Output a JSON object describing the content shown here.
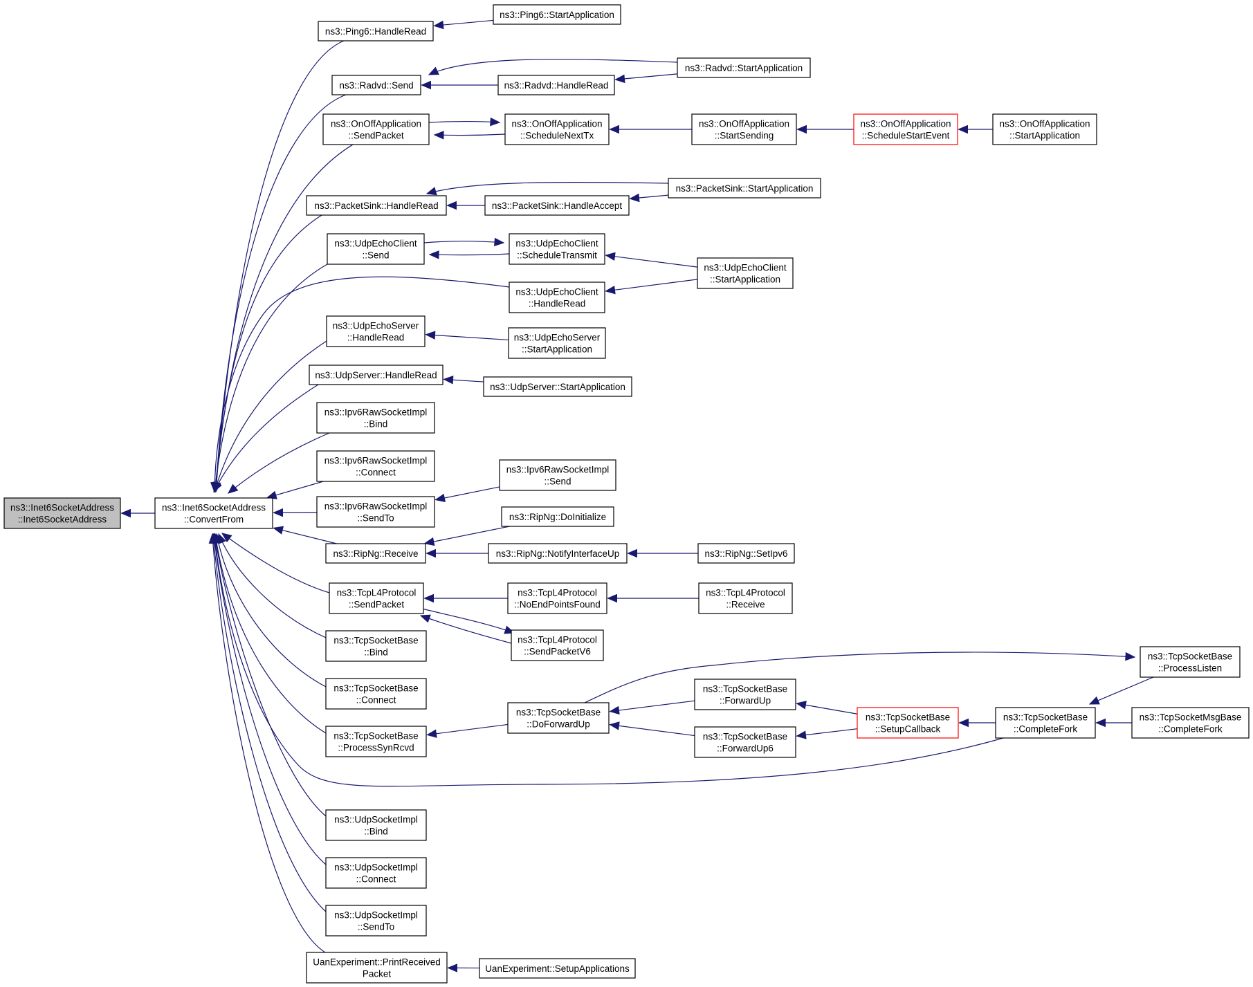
{
  "colors": {
    "edge": "#191970",
    "root_fill": "#bfbfbf",
    "truncated_border": "#ff0000",
    "node_border": "#000000"
  },
  "nodes": {
    "root": [
      "ns3::Inet6SocketAddress",
      "::Inet6SocketAddress"
    ],
    "convert": [
      "ns3::Inet6SocketAddress",
      "::ConvertFrom"
    ],
    "ping6_hr": [
      "ns3::Ping6::HandleRead"
    ],
    "ping6_sa": [
      "ns3::Ping6::StartApplication"
    ],
    "radvd_send": [
      "ns3::Radvd::Send"
    ],
    "radvd_hr": [
      "ns3::Radvd::HandleRead"
    ],
    "radvd_sa": [
      "ns3::Radvd::StartApplication"
    ],
    "onoff_sp": [
      "ns3::OnOffApplication",
      "::SendPacket"
    ],
    "onoff_snt": [
      "ns3::OnOffApplication",
      "::ScheduleNextTx"
    ],
    "onoff_ss": [
      "ns3::OnOffApplication",
      "::StartSending"
    ],
    "onoff_sse": [
      "ns3::OnOffApplication",
      "::ScheduleStartEvent"
    ],
    "onoff_sa": [
      "ns3::OnOffApplication",
      "::StartApplication"
    ],
    "ps_hr": [
      "ns3::PacketSink::HandleRead"
    ],
    "ps_ha": [
      "ns3::PacketSink::HandleAccept"
    ],
    "ps_sa": [
      "ns3::PacketSink::StartApplication"
    ],
    "uec_send": [
      "ns3::UdpEchoClient",
      "::Send"
    ],
    "uec_st": [
      "ns3::UdpEchoClient",
      "::ScheduleTransmit"
    ],
    "uec_sa": [
      "ns3::UdpEchoClient",
      "::StartApplication"
    ],
    "uec_hr": [
      "ns3::UdpEchoClient",
      "::HandleRead"
    ],
    "ues_hr": [
      "ns3::UdpEchoServer",
      "::HandleRead"
    ],
    "ues_sa": [
      "ns3::UdpEchoServer",
      "::StartApplication"
    ],
    "us_hr": [
      "ns3::UdpServer::HandleRead"
    ],
    "us_sa": [
      "ns3::UdpServer::StartApplication"
    ],
    "i6r_bind": [
      "ns3::Ipv6RawSocketImpl",
      "::Bind"
    ],
    "i6r_connect": [
      "ns3::Ipv6RawSocketImpl",
      "::Connect"
    ],
    "i6r_sendto": [
      "ns3::Ipv6RawSocketImpl",
      "::SendTo"
    ],
    "i6r_send": [
      "ns3::Ipv6RawSocketImpl",
      "::Send"
    ],
    "rip_recv": [
      "ns3::RipNg::Receive"
    ],
    "rip_init": [
      "ns3::RipNg::DoInitialize"
    ],
    "rip_niu": [
      "ns3::RipNg::NotifyInterfaceUp"
    ],
    "rip_setipv6": [
      "ns3::RipNg::SetIpv6"
    ],
    "tcp4_sp": [
      "ns3::TcpL4Protocol",
      "::SendPacket"
    ],
    "tcp4_nepf": [
      "ns3::TcpL4Protocol",
      "::NoEndPointsFound"
    ],
    "tcp4_recv": [
      "ns3::TcpL4Protocol",
      "::Receive"
    ],
    "tcp4_sp6": [
      "ns3::TcpL4Protocol",
      "::SendPacketV6"
    ],
    "tsb_bind": [
      "ns3::TcpSocketBase",
      "::Bind"
    ],
    "tsb_connect": [
      "ns3::TcpSocketBase",
      "::Connect"
    ],
    "tsb_psr": [
      "ns3::TcpSocketBase",
      "::ProcessSynRcvd"
    ],
    "tsb_dfu": [
      "ns3::TcpSocketBase",
      "::DoForwardUp"
    ],
    "tsb_fu": [
      "ns3::TcpSocketBase",
      "::ForwardUp"
    ],
    "tsb_fu6": [
      "ns3::TcpSocketBase",
      "::ForwardUp6"
    ],
    "tsb_scb": [
      "ns3::TcpSocketBase",
      "::SetupCallback"
    ],
    "tsb_cf": [
      "ns3::TcpSocketBase",
      "::CompleteFork"
    ],
    "tsb_pl": [
      "ns3::TcpSocketBase",
      "::ProcessListen"
    ],
    "tsmb_cf": [
      "ns3::TcpSocketMsgBase",
      "::CompleteFork"
    ],
    "usi_bind": [
      "ns3::UdpSocketImpl",
      "::Bind"
    ],
    "usi_connect": [
      "ns3::UdpSocketImpl",
      "::Connect"
    ],
    "usi_sendto": [
      "ns3::UdpSocketImpl",
      "::SendTo"
    ],
    "uan_prp": [
      "UanExperiment::PrintReceived",
      "Packet"
    ],
    "uan_sa": [
      "UanExperiment::SetupApplications"
    ]
  }
}
